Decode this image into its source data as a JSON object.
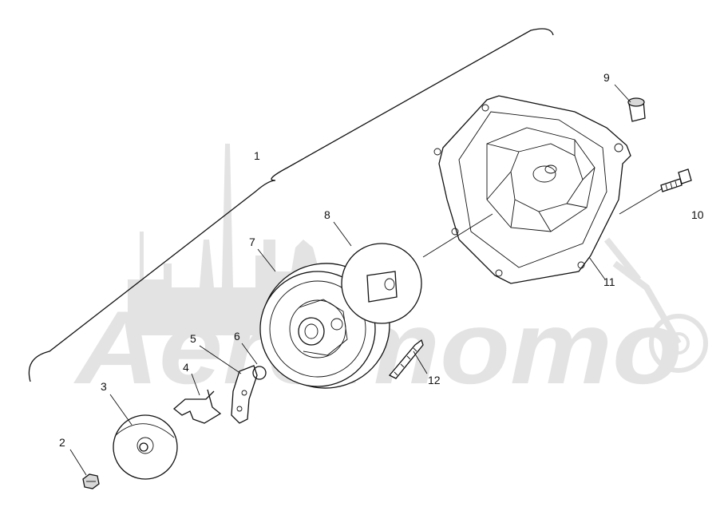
{
  "diagram": {
    "watermark": {
      "text": "Aeromomo",
      "color": "#e3e3e3"
    },
    "callouts": [
      {
        "id": "1",
        "label": "1"
      },
      {
        "id": "2",
        "label": "2"
      },
      {
        "id": "3",
        "label": "3"
      },
      {
        "id": "4",
        "label": "4"
      },
      {
        "id": "5",
        "label": "5"
      },
      {
        "id": "6",
        "label": "6"
      },
      {
        "id": "7",
        "label": "7"
      },
      {
        "id": "8",
        "label": "8"
      },
      {
        "id": "9",
        "label": "9"
      },
      {
        "id": "10",
        "label": "10"
      },
      {
        "id": "11",
        "label": "11"
      },
      {
        "id": "12",
        "label": "12"
      }
    ],
    "colors": {
      "line": "#111111",
      "background": "#ffffff",
      "watermark": "#e3e3e3"
    }
  }
}
